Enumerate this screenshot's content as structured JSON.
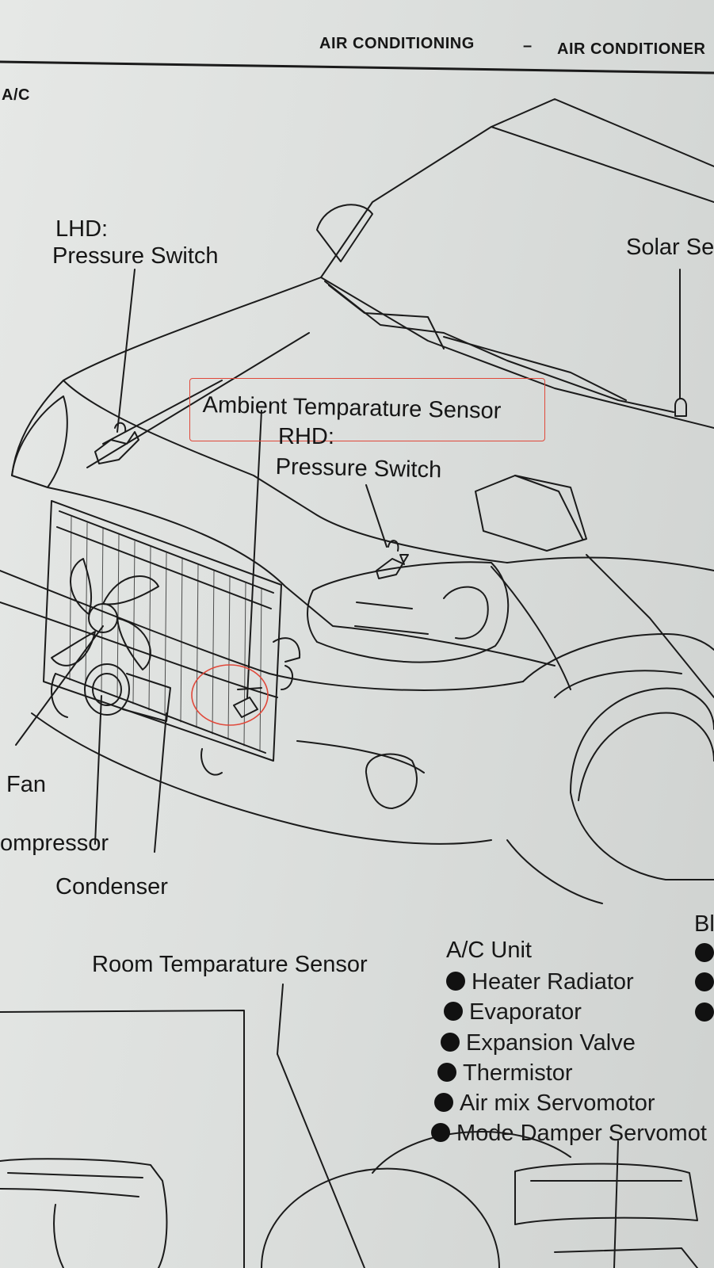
{
  "header": {
    "section": "AIR CONDITIONING",
    "separator": "–",
    "subsection": "AIR CONDITIONER",
    "tag": "A/C"
  },
  "labels": {
    "lhd_line1": "LHD:",
    "lhd_line2": "Pressure Switch",
    "solar": "Solar Se",
    "ambient": "Ambient Temparature Sensor",
    "rhd_line1": "RHD:",
    "rhd_line2": "Pressure Switch",
    "fan": "Fan",
    "compressor": "ompressor",
    "condenser": "Condenser",
    "room": "Room Temparature Sensor",
    "blower_partial": "Bl"
  },
  "ac_unit": {
    "title": "A/C Unit",
    "items": [
      "Heater Radiator",
      "Evaporator",
      "Expansion Valve",
      "Thermistor",
      "Air mix Servomotor",
      "Mode Damper Servomot"
    ]
  },
  "annotation_color": "#e0483a"
}
